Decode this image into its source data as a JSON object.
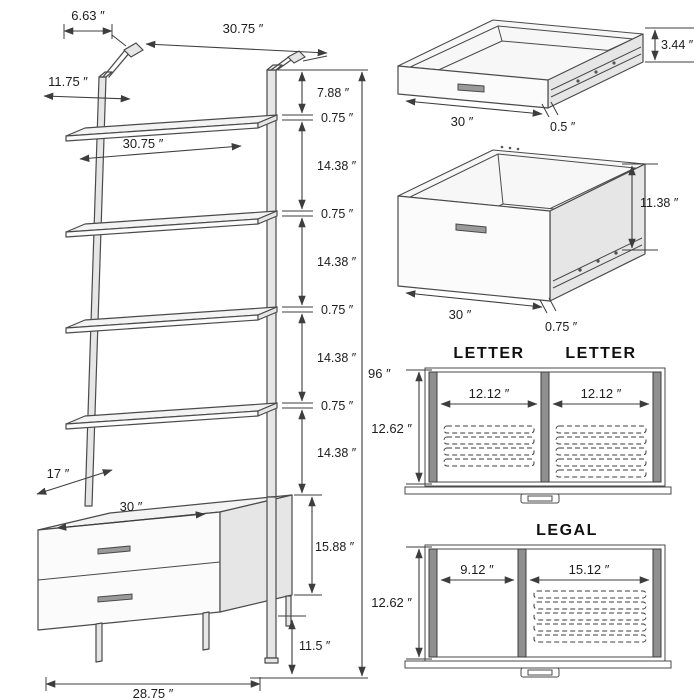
{
  "unit": {
    "dims": {
      "bracket_depth": "6.63 ″",
      "overall_width_top": "30.75 ″",
      "bracket_diagonal": "11.75 ″",
      "top_to_first_shelf": "7.88 ″",
      "shelf_thickness": "0.75 ″",
      "shelf_width": "30.75 ″",
      "shelf_spacing": "14.38 ″",
      "overall_height": "96 ″",
      "drawer_unit_depth": "17 ″",
      "drawer_unit_width": "30 ″",
      "drawer_unit_height": "15.88 ″",
      "leg_clearance": "11.5 ″",
      "base_width": "28.75 ″"
    }
  },
  "shallow_drawer": {
    "height": "3.44 ″",
    "width": "30 ″",
    "front_thickness": "0.5 ″"
  },
  "deep_drawer": {
    "height": "11.38 ″",
    "width": "30 ″",
    "front_thickness": "0.75 ″"
  },
  "letter_view": {
    "label_left": "LETTER",
    "label_right": "LETTER",
    "left_width": "12.12 ″",
    "right_width": "12.12 ″",
    "depth": "12.62 ″"
  },
  "legal_view": {
    "label": "LEGAL",
    "left_width": "9.12 ″",
    "right_width": "15.12 ″",
    "depth": "12.62 ″"
  }
}
